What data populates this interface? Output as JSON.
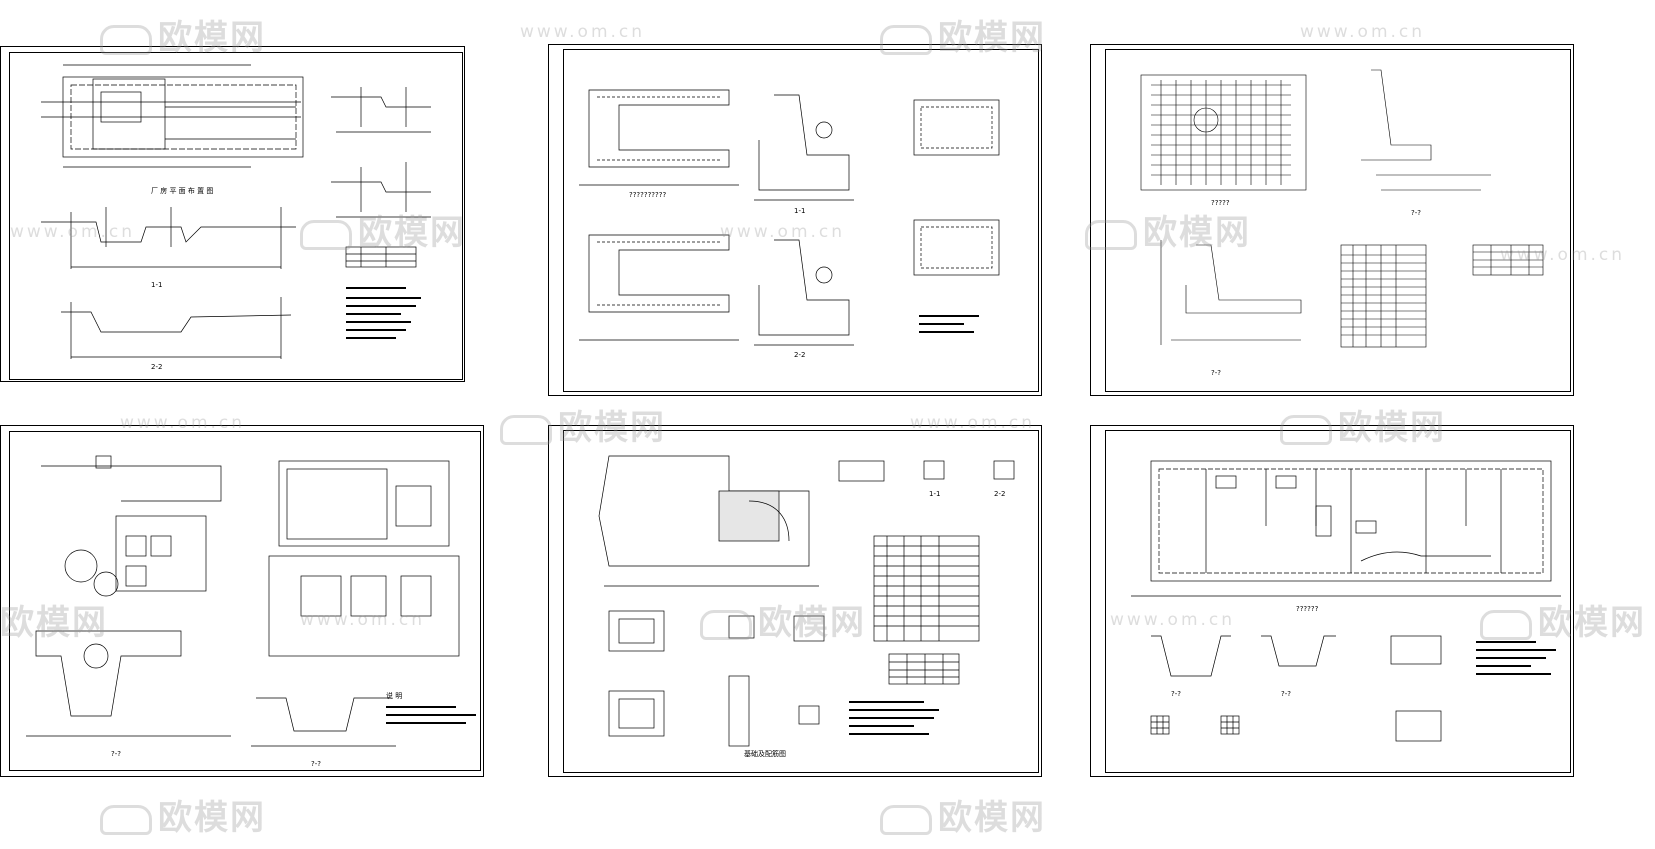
{
  "page": {
    "background": "#ffffff",
    "line_color": "#000000",
    "watermark_color": "#969696"
  },
  "watermarks": {
    "logo_text": "欧模网",
    "url_text": "www.om.cn",
    "url_text_alt": "www.om.cn"
  },
  "sheets": [
    {
      "id": "sheet-1",
      "caption": "厂 房 平 面 布 置 图",
      "section_a": "1-1",
      "section_b": "2-2"
    },
    {
      "id": "sheet-2",
      "caption": "??????????",
      "section_a": "1-1",
      "section_b": "2-2"
    },
    {
      "id": "sheet-3",
      "caption": "?????",
      "section_a": "?-?",
      "section_b": "?-?"
    },
    {
      "id": "sheet-4",
      "caption": "?-?",
      "section_a": "?-?",
      "section_b": "说 明"
    },
    {
      "id": "sheet-5",
      "caption": "基础及配筋图",
      "section_a": "1-1",
      "section_b": "2-2"
    },
    {
      "id": "sheet-6",
      "caption": "??????",
      "section_a": "?-?",
      "section_b": "?-?"
    }
  ]
}
